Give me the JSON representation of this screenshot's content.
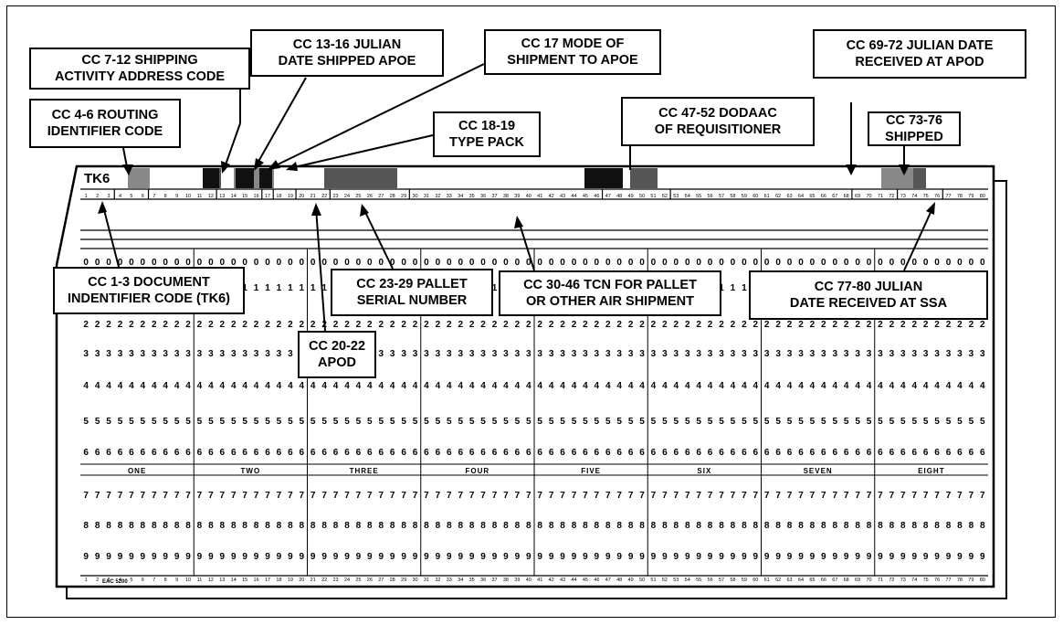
{
  "card": {
    "code_label": "TK6",
    "form_id": "EAC 5200"
  },
  "digits": [
    "0",
    "1",
    "2",
    "3",
    "4",
    "5",
    "6",
    "7",
    "8",
    "9"
  ],
  "section_labels": [
    "ONE",
    "TWO",
    "THREE",
    "FOUR",
    "FIVE",
    "SIX",
    "SEVEN",
    "EIGHT"
  ],
  "callouts": {
    "cc_1_3": [
      "CC 1-3 DOCUMENT",
      "INDENTIFIER CODE (TK6)"
    ],
    "cc_4_6": [
      "CC 4-6  ROUTING",
      "IDENTIFIER CODE"
    ],
    "cc_7_12": [
      "CC 7-12 SHIPPING",
      "ACTIVITY ADDRESS CODE"
    ],
    "cc_13_16": [
      "CC 13-16 JULIAN",
      "DATE SHIPPED APOE"
    ],
    "cc_17": [
      "CC 17 MODE OF",
      "SHIPMENT TO APOE"
    ],
    "cc_18_19": [
      "CC 18-19",
      "TYPE PACK"
    ],
    "cc_20_22": [
      "CC 20-22",
      "APOD"
    ],
    "cc_23_29": [
      "CC 23-29 PALLET",
      "SERIAL NUMBER"
    ],
    "cc_30_46": [
      "CC 30-46 TCN FOR PALLET",
      "OR OTHER AIR SHIPMENT"
    ],
    "cc_47_52": [
      "CC 47-52 DODAAC",
      "OF REQUISITIONER"
    ],
    "cc_69_72": [
      "CC 69-72 JULIAN DATE",
      "RECEIVED AT APOD"
    ],
    "cc_73_76": [
      "CC 73-76",
      "SHIPPED"
    ],
    "cc_77_80": [
      "CC 77-80 JULIAN",
      "DATE RECEIVED AT SSA"
    ]
  }
}
